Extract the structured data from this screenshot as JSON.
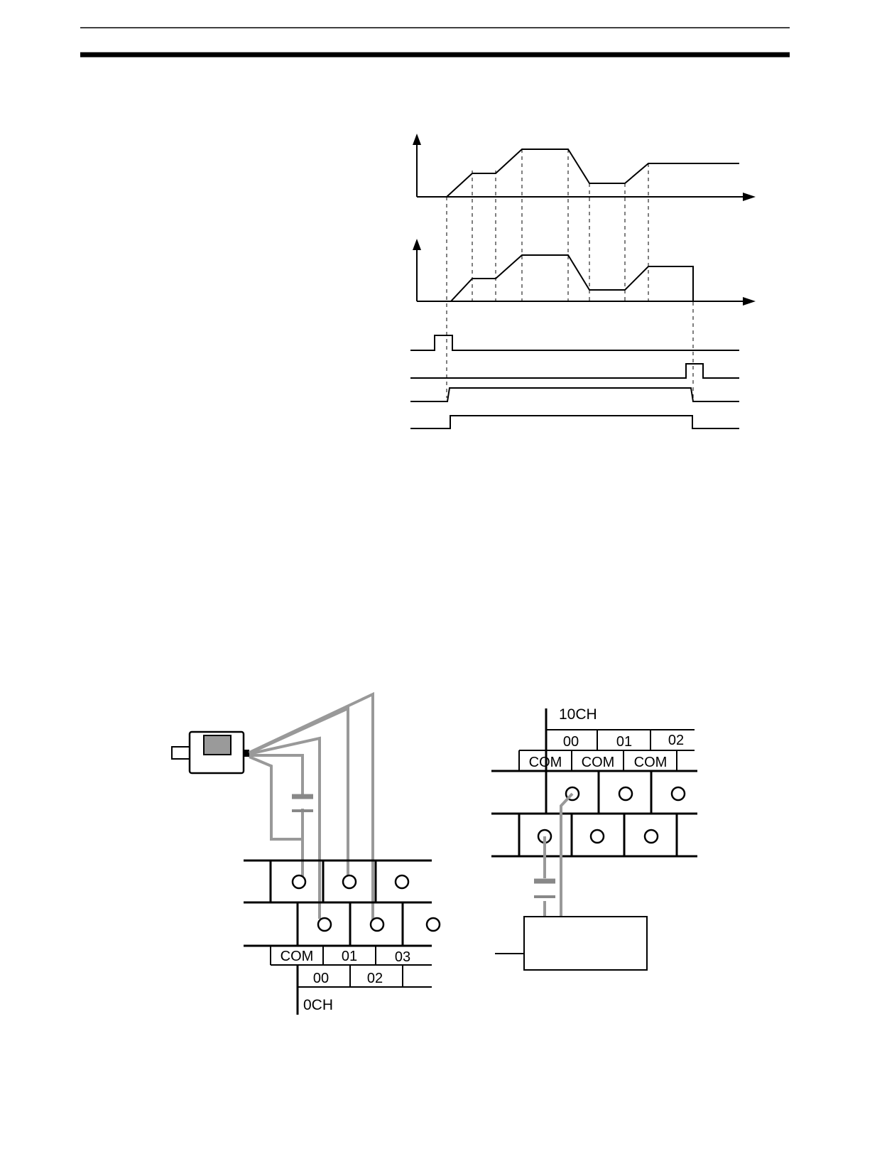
{
  "colors": {
    "ink": "#000000",
    "wire": "#999999",
    "sensor_window": "#9a9a9a"
  },
  "timing_chart": {
    "panels": [
      "command-profile",
      "output-profile",
      "pulse-1",
      "pulse-2",
      "level-1",
      "level-2"
    ]
  },
  "wiring": {
    "input_block": {
      "channel": "0CH",
      "upper_terminal_labels": [
        "COM",
        "01",
        "03"
      ],
      "lower_terminal_labels": [
        "00",
        "02"
      ]
    },
    "output_block": {
      "channel": "10CH",
      "upper_terminal_labels": [
        "00",
        "01",
        "02"
      ],
      "lower_terminal_labels": [
        "COM",
        "COM",
        "COM"
      ]
    },
    "icons": [
      "encoder-icon",
      "capacitor-icon",
      "load-box"
    ]
  }
}
